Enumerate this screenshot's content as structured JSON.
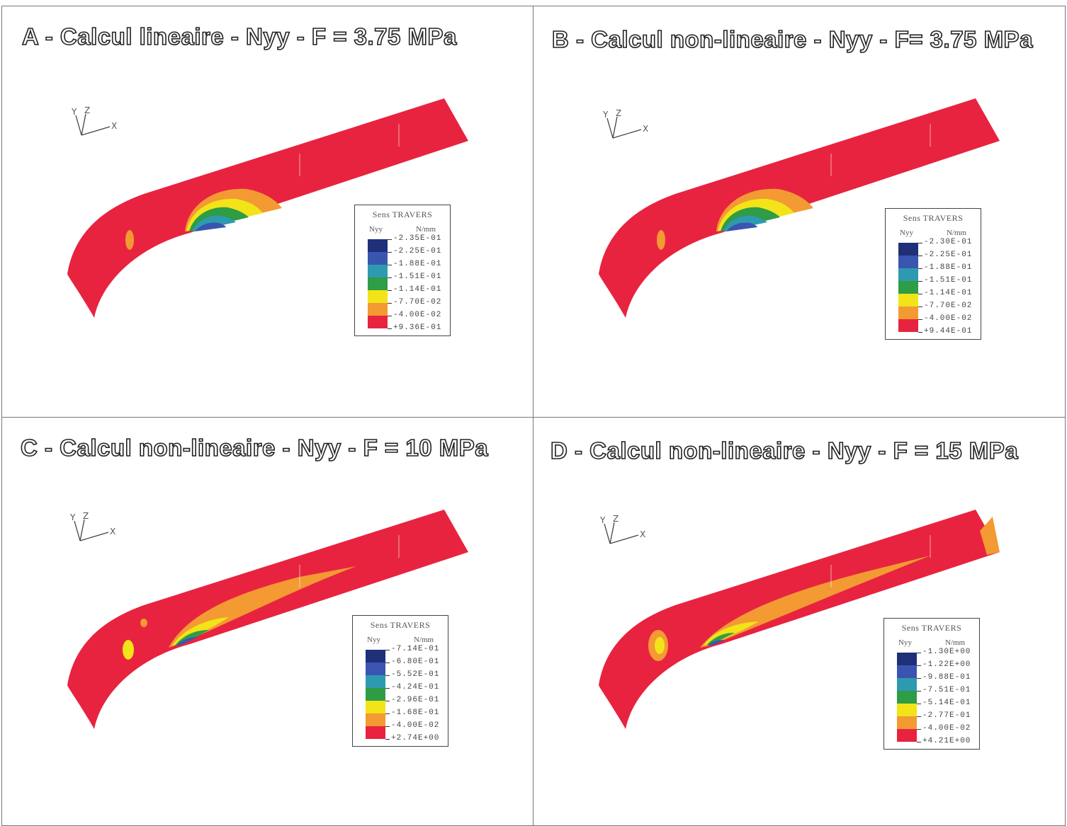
{
  "panels": [
    {
      "title": "A - Calcul lineaire - Nyy - F = 3.75 MPa",
      "legend": {
        "title": "Sens TRAVERS",
        "quantity": "Nyy",
        "unit": "N/mm",
        "values": [
          "-2.35E-01",
          "-2.25E-01",
          "-1.88E-01",
          "-1.51E-01",
          "-1.14E-01",
          "-7.70E-02",
          "-4.00E-02",
          "+9.36E-01"
        ]
      }
    },
    {
      "title": "B - Calcul non-lineaire - Nyy - F= 3.75 MPa",
      "legend": {
        "title": "Sens TRAVERS",
        "quantity": "Nyy",
        "unit": "N/mm",
        "values": [
          "-2.30E-01",
          "-2.25E-01",
          "-1.88E-01",
          "-1.51E-01",
          "-1.14E-01",
          "-7.70E-02",
          "-4.00E-02",
          "+9.44E-01"
        ]
      }
    },
    {
      "title": "C - Calcul non-lineaire - Nyy - F = 10 MPa",
      "legend": {
        "title": "Sens TRAVERS",
        "quantity": "Nyy",
        "unit": "N/mm",
        "values": [
          "-7.14E-01",
          "-6.80E-01",
          "-5.52E-01",
          "-4.24E-01",
          "-2.96E-01",
          "-1.68E-01",
          "-4.00E-02",
          "+2.74E+00"
        ]
      }
    },
    {
      "title": "D - Calcul non-lineaire - Nyy - F = 15 MPa",
      "legend": {
        "title": "Sens TRAVERS",
        "quantity": "Nyy",
        "unit": "N/mm",
        "values": [
          "-1.30E+00",
          "-1.22E+00",
          "-9.88E-01",
          "-7.51E-01",
          "-5.14E-01",
          "-2.77E-01",
          "-4.00E-02",
          "+4.21E+00"
        ]
      }
    }
  ],
  "axes_labels": {
    "y": "Y",
    "z": "Z",
    "x": "X"
  },
  "colors": {
    "band_colors": [
      "#1f2f78",
      "#3a55b0",
      "#2e9ab0",
      "#2f9c46",
      "#f2e419",
      "#f39a33",
      "#e8233f"
    ],
    "plate": "#e8233f",
    "orange": "#f39a33",
    "yellow": "#f2e419",
    "green": "#2f9c46",
    "teal": "#2e9ab0",
    "blue": "#3a55b0",
    "navy": "#1f2f78"
  },
  "contour_stage": [
    "mild",
    "mild",
    "medium",
    "strong"
  ]
}
